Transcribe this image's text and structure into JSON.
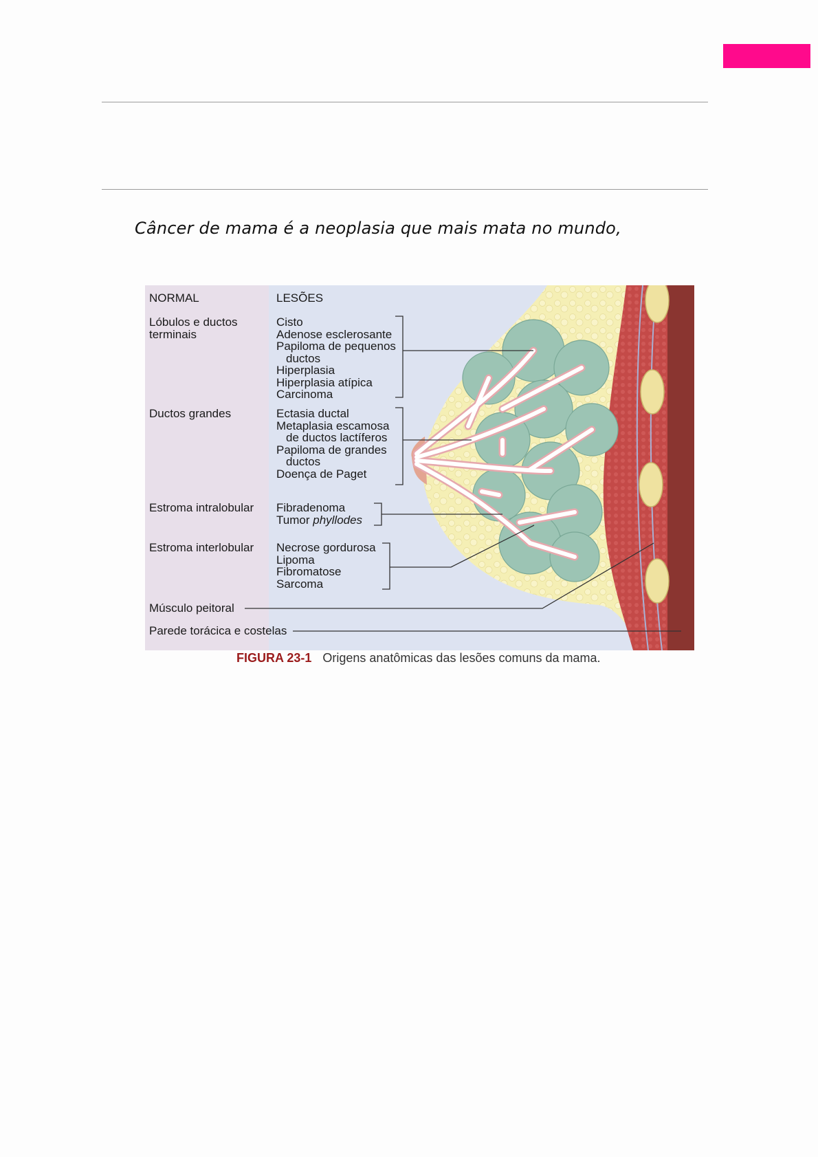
{
  "page": {
    "handwritten_note": "Câncer de mama é a neoplasia que mais mata no mundo,",
    "accent_color": "#ff0a8c"
  },
  "figure": {
    "header_normal": "NORMAL",
    "header_lesions": "LESÕES",
    "groups": [
      {
        "normal": "Lóbulos e ductos",
        "normal2": "terminais",
        "lesions": [
          "Cisto",
          "Adenose esclerosante",
          "Papiloma de pequenos",
          "ductos",
          "Hiperplasia",
          "Hiperplasia atípica",
          "Carcinoma"
        ]
      },
      {
        "normal": "Ductos grandes",
        "lesions": [
          "Ectasia ductal",
          "Metaplasia escamosa",
          "de ductos lactíferos",
          "Papiloma de grandes",
          "ductos",
          "Doença de Paget"
        ]
      },
      {
        "normal": "Estroma intralobular",
        "lesions": [
          "Fibradenoma",
          "Tumor",
          "phyllodes"
        ]
      },
      {
        "normal": "Estroma interlobular",
        "lesions": [
          "Necrose gordurosa",
          "Lipoma",
          "Fibromatose",
          "Sarcoma"
        ]
      }
    ],
    "muscle_label": "Músculo peitoral",
    "chest_wall_label": "Parede torácica e costelas",
    "caption_number": "FIGURA 23-1",
    "caption_text": "Origens anatômicas das lesões comuns da mama."
  }
}
